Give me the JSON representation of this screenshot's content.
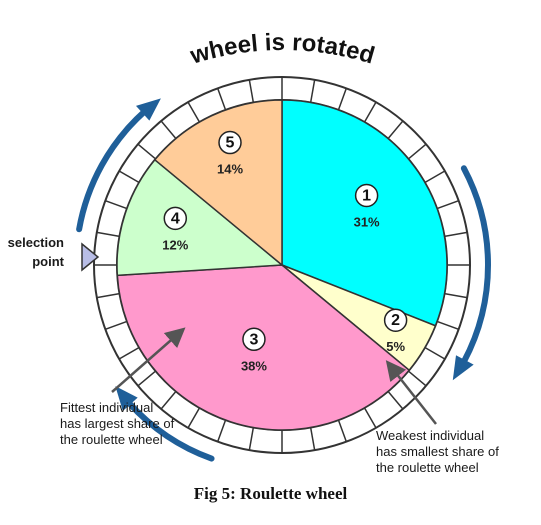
{
  "diagram": {
    "title": "wheel is rotated",
    "selection_label_lines": [
      "selection",
      "point"
    ],
    "slices": [
      {
        "id": "1",
        "percent": 31,
        "label": "31%",
        "color": "#00ffff"
      },
      {
        "id": "2",
        "percent": 5,
        "label": "5%",
        "color": "#ffffcc"
      },
      {
        "id": "3",
        "percent": 38,
        "label": "38%",
        "color": "#ff99cc"
      },
      {
        "id": "4",
        "percent": 12,
        "label": "12%",
        "color": "#ccffcc"
      },
      {
        "id": "5",
        "percent": 14,
        "label": "14%",
        "color": "#ffcc99"
      }
    ],
    "annotations": {
      "fittest_lines": [
        "Fittest individual",
        "has largest share of",
        "the roulette wheel"
      ],
      "weakest_lines": [
        "Weakest individual",
        "has smallest share of",
        "the roulette wheel"
      ]
    },
    "colors": {
      "arrow": "#1f5f99",
      "ring_outline": "#333333",
      "pointer": "#b8bde6"
    }
  },
  "caption": "Fig 5: Roulette wheel"
}
